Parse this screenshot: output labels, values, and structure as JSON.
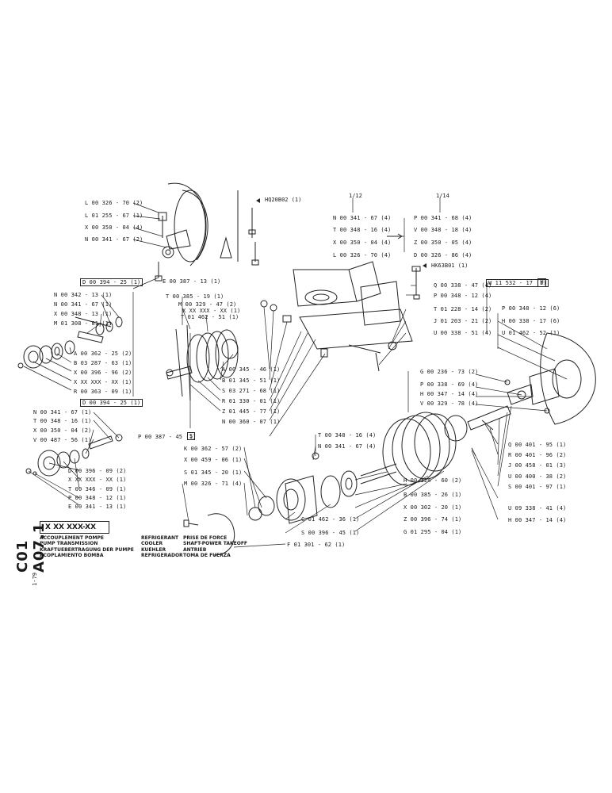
{
  "doc": {
    "side_code": "C01 A07.1",
    "side_date": "1-79",
    "title_code": "X XX XXX-XX",
    "title_lines": [
      [
        "ACCOUPLEMENT POMPE",
        "PUMP TRANSMISSION",
        "KRAFTUEBERTRAGUNG DER PUMPE",
        "ACOPLAMIENTO BOMBA"
      ],
      [
        "REFRIGERANT",
        "COOLER",
        "KUEHLER",
        "REFRIGERADOR"
      ],
      [
        "PRISE DE FORCE",
        "SHAFT-POWER TAKEOFF",
        "ANTRIEB",
        "TOMA DE FUERZA"
      ]
    ],
    "ref_hq": "HQ20B02 (1)",
    "ref_hk": "HK63B01 (1)",
    "col_12": "1/12",
    "col_14": "1/14",
    "flag_h": "H",
    "flag_s": "S"
  },
  "labels": [
    {
      "id": "l1",
      "t": "L 00 326 - 70 (2)"
    },
    {
      "id": "l2",
      "t": "L 01 255 - 67 (1)"
    },
    {
      "id": "l3",
      "t": "X 00 350 - 04 (4)"
    },
    {
      "id": "l4",
      "t": "N 00 341 - 67 (2)"
    },
    {
      "id": "l5",
      "t": "D 00 394 - 25 (1)"
    },
    {
      "id": "l6",
      "t": "E 00 387 - 13 (1)"
    },
    {
      "id": "l7",
      "t": "N 00 342 - 13 (1)"
    },
    {
      "id": "l8",
      "t": "N 00 341 - 67 (1)"
    },
    {
      "id": "l9",
      "t": "X 00 348 - 13 (1)"
    },
    {
      "id": "l10",
      "t": "M 01 308 - 81 (1)"
    },
    {
      "id": "l11",
      "t": "A 00 362 - 25 (2)"
    },
    {
      "id": "l12",
      "t": "B 03 287 - 63 (1)"
    },
    {
      "id": "l13",
      "t": "X 00 396 - 96 (2)"
    },
    {
      "id": "l14",
      "t": "X XX XXX - XX (1)"
    },
    {
      "id": "l15",
      "t": "R 00 363 - 09 (1)"
    },
    {
      "id": "l16",
      "t": "D 00 394 - 25 (1)"
    },
    {
      "id": "l17",
      "t": "T 00 385 - 19 (1)"
    },
    {
      "id": "l18",
      "t": "M 00 329 - 47 (2)"
    },
    {
      "id": "l19",
      "t": "X XX XXX - XX (1)"
    },
    {
      "id": "l20",
      "t": "T 01 462 - 51 (1)"
    },
    {
      "id": "l21",
      "t": "A 00 345 - 46 (1)"
    },
    {
      "id": "l22",
      "t": "B 01 345 - 51 (1)"
    },
    {
      "id": "l23",
      "t": "S 03 271 - 68 (1)"
    },
    {
      "id": "l24",
      "t": "R 01 330 - 01 (1)"
    },
    {
      "id": "l25",
      "t": "Z 01 445 - 77 (1)"
    },
    {
      "id": "l26",
      "t": "N 00 360 - 07 (1)"
    },
    {
      "id": "l27",
      "t": "N 00 341 - 67 (1)"
    },
    {
      "id": "l28",
      "t": "T 00 348 - 16 (1)"
    },
    {
      "id": "l29",
      "t": "X 00 350 - 04 (2)"
    },
    {
      "id": "l30",
      "t": "V 00 487 - 56 (1)"
    },
    {
      "id": "l31",
      "t": "P 00 387 - 45 (1)"
    },
    {
      "id": "l32",
      "t": "D 00 396 - 09 (2)"
    },
    {
      "id": "l33",
      "t": "X XX XXX - XX (1)"
    },
    {
      "id": "l34",
      "t": "T 00 346 - 09 (1)"
    },
    {
      "id": "l35",
      "t": "P 00 348 - 12 (1)"
    },
    {
      "id": "l36",
      "t": "E 00 341 - 13 (1)"
    },
    {
      "id": "l37",
      "t": "N 00 341 - 67 (4)"
    },
    {
      "id": "l38",
      "t": "T 00 348 - 16 (4)"
    },
    {
      "id": "l39",
      "t": "X 00 350 - 04 (4)"
    },
    {
      "id": "l40",
      "t": "L 00 326 - 70 (4)"
    },
    {
      "id": "l41",
      "t": "P 00 341 - 68 (4)"
    },
    {
      "id": "l42",
      "t": "V 00 348 - 18 (4)"
    },
    {
      "id": "l43",
      "t": "Z 00 350 - 05 (4)"
    },
    {
      "id": "l44",
      "t": "D 00 326 - 86 (4)"
    },
    {
      "id": "l45",
      "t": "Q 00 338 - 47 (4)"
    },
    {
      "id": "l46",
      "t": "W 11 532 - 17 (1)"
    },
    {
      "id": "l47",
      "t": "P 00 348 - 12 (4)"
    },
    {
      "id": "l48",
      "t": "T 01 228 - 14 (2)"
    },
    {
      "id": "l49",
      "t": "J 01 203 - 21 (2)"
    },
    {
      "id": "l50",
      "t": "U 00 338 - 51 (4)"
    },
    {
      "id": "l51",
      "t": "P 00 348 - 12 (6)"
    },
    {
      "id": "l52",
      "t": "H 00 338 - 17 (6)"
    },
    {
      "id": "l53",
      "t": "U 01 462 - 52 (1)"
    },
    {
      "id": "l54",
      "t": "G 00 236 - 73 (2)"
    },
    {
      "id": "l55",
      "t": "P 00 338 - 69 (4)"
    },
    {
      "id": "l56",
      "t": "H 00 347 - 14 (4)"
    },
    {
      "id": "l57",
      "t": "V 00 329 - 78 (4)"
    },
    {
      "id": "l58",
      "t": "T 00 348 - 16 (4)"
    },
    {
      "id": "l59",
      "t": "N 00 341 - 67 (4)"
    },
    {
      "id": "l60",
      "t": "K 00 362 - 57 (2)"
    },
    {
      "id": "l61",
      "t": "X 00 459 - 06 (1)"
    },
    {
      "id": "l62",
      "t": "S 01 345 - 20 (1)"
    },
    {
      "id": "l63",
      "t": "M 00 326 - 71 (4)"
    },
    {
      "id": "l64",
      "t": "Q 00 401 - 95 (1)"
    },
    {
      "id": "l65",
      "t": "R 00 401 - 96 (2)"
    },
    {
      "id": "l66",
      "t": "J 00 458 - 01 (3)"
    },
    {
      "id": "l67",
      "t": "U 00 400 - 38 (2)"
    },
    {
      "id": "l68",
      "t": "S 00 401 - 97 (1)"
    },
    {
      "id": "l69",
      "t": "H 00 324 - 60 (2)"
    },
    {
      "id": "l70",
      "t": "B 00 385 - 26 (1)"
    },
    {
      "id": "l71",
      "t": "X 00 302 - 20 (1)"
    },
    {
      "id": "l72",
      "t": "Z 00 396 - 74 (1)"
    },
    {
      "id": "l73",
      "t": "G 01 295 - 04 (1)"
    },
    {
      "id": "l74",
      "t": "U 09 338 - 41 (4)"
    },
    {
      "id": "l75",
      "t": "H 00 347 - 14 (4)"
    },
    {
      "id": "l76",
      "t": "C 01 462 - 36 (1)"
    },
    {
      "id": "l77",
      "t": "S 00 396 - 45 (1)"
    },
    {
      "id": "l78",
      "t": "F 01 301 - 62 (1)"
    }
  ]
}
